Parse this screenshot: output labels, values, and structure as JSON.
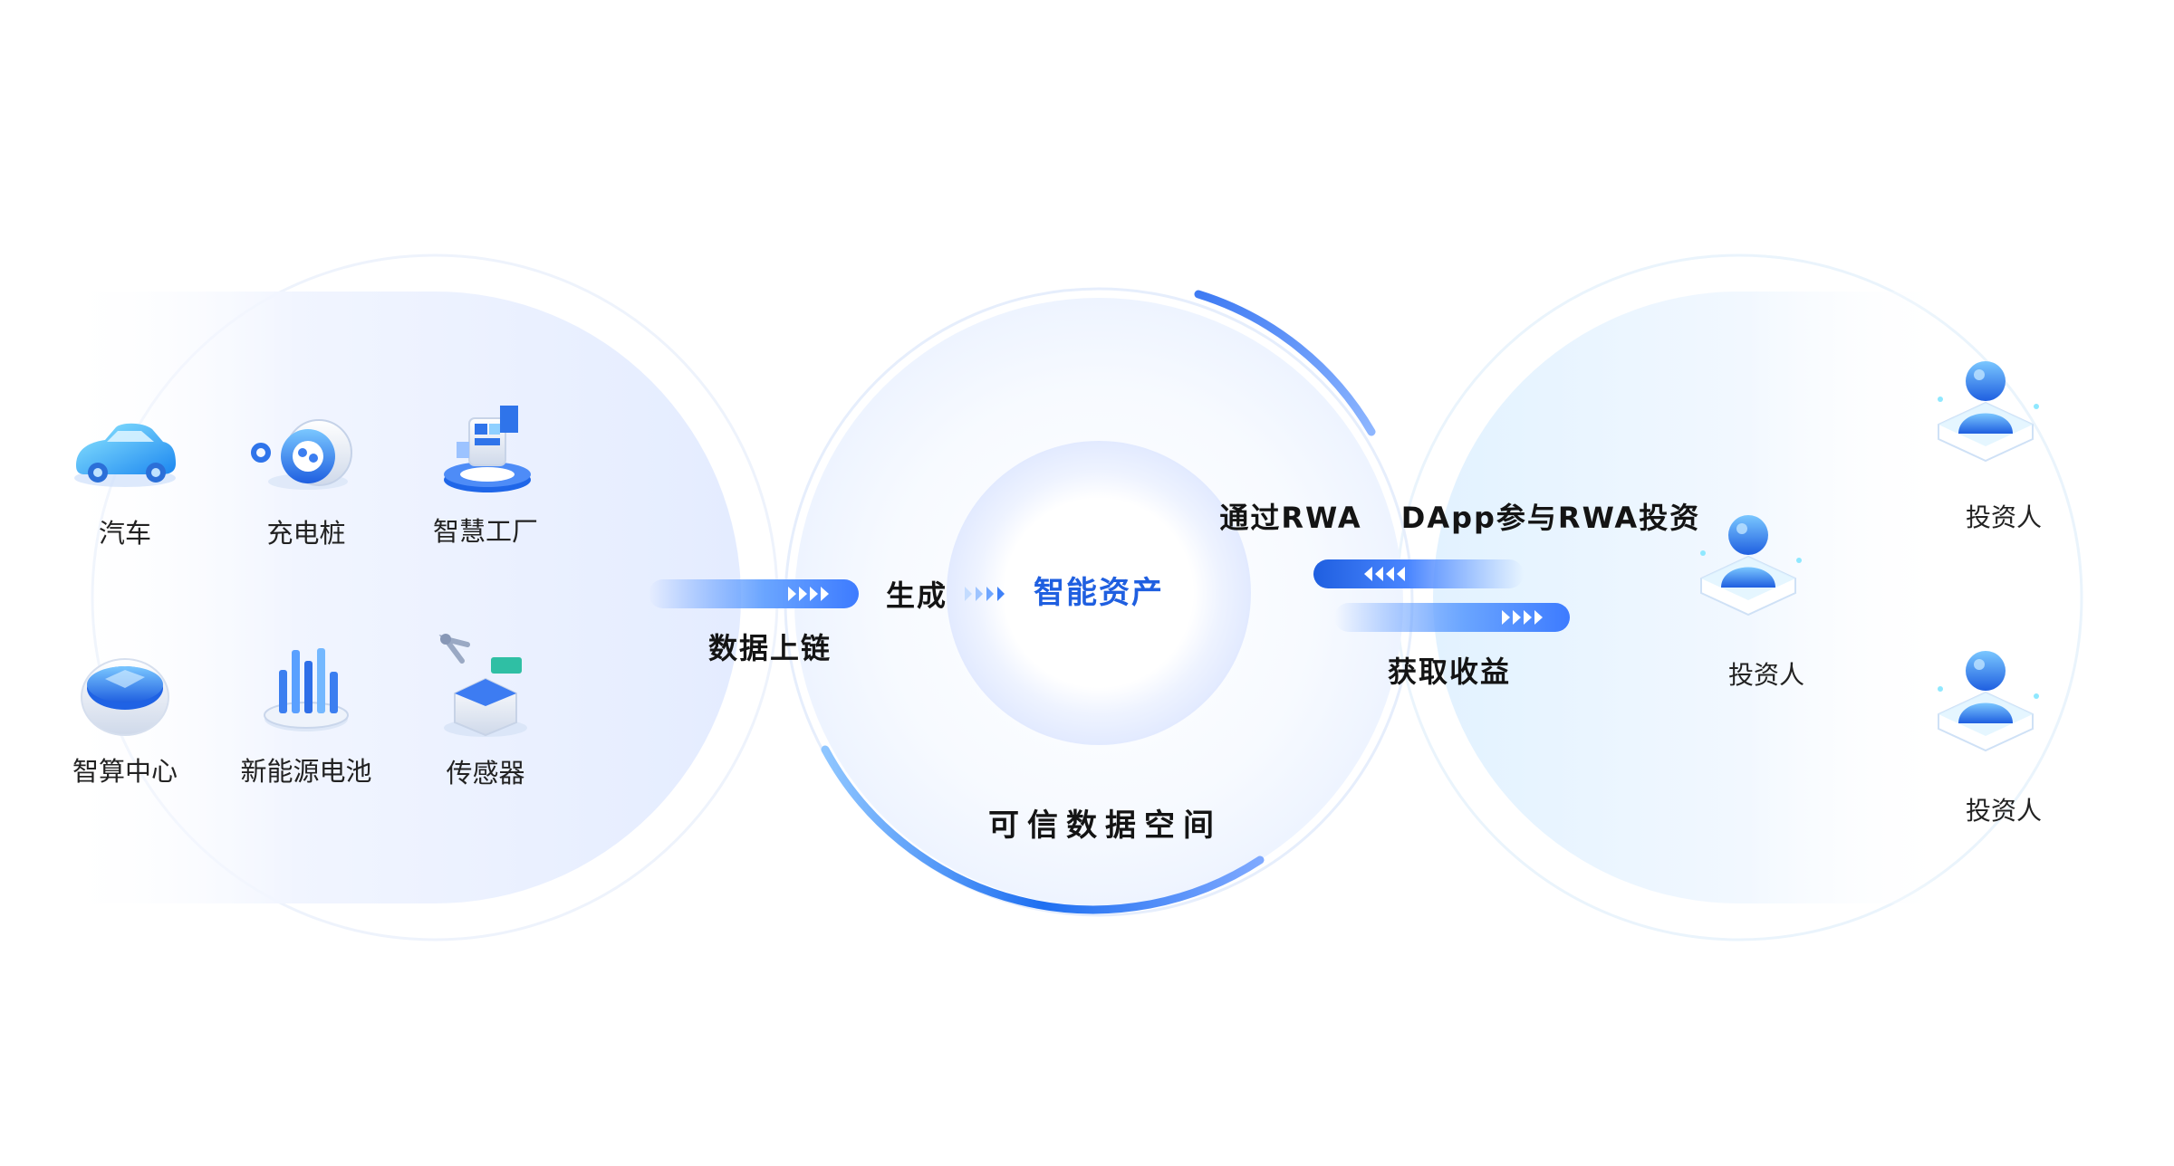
{
  "sources": [
    {
      "label": "汽车",
      "icon": "car-icon"
    },
    {
      "label": "充电桩",
      "icon": "charging-pile-icon"
    },
    {
      "label": "智慧工厂",
      "icon": "smart-factory-icon"
    },
    {
      "label": "智算中心",
      "icon": "computing-center-icon"
    },
    {
      "label": "新能源电池",
      "icon": "battery-icon"
    },
    {
      "label": "传感器",
      "icon": "sensor-icon"
    }
  ],
  "flow": {
    "upload_label": "数据上链",
    "generate_label": "生成",
    "center_label": "智能资产",
    "space_label": "可信数据空间",
    "via_label": "通过RWA",
    "participate_label": "DApp参与RWA投资",
    "return_label": "获取收益"
  },
  "investors": [
    {
      "label": "投资人"
    },
    {
      "label": "投资人"
    },
    {
      "label": "投资人"
    }
  ],
  "colors": {
    "accent": "#1f5fe0",
    "ring": "#5b8ff5",
    "panel": "#e8efff"
  }
}
